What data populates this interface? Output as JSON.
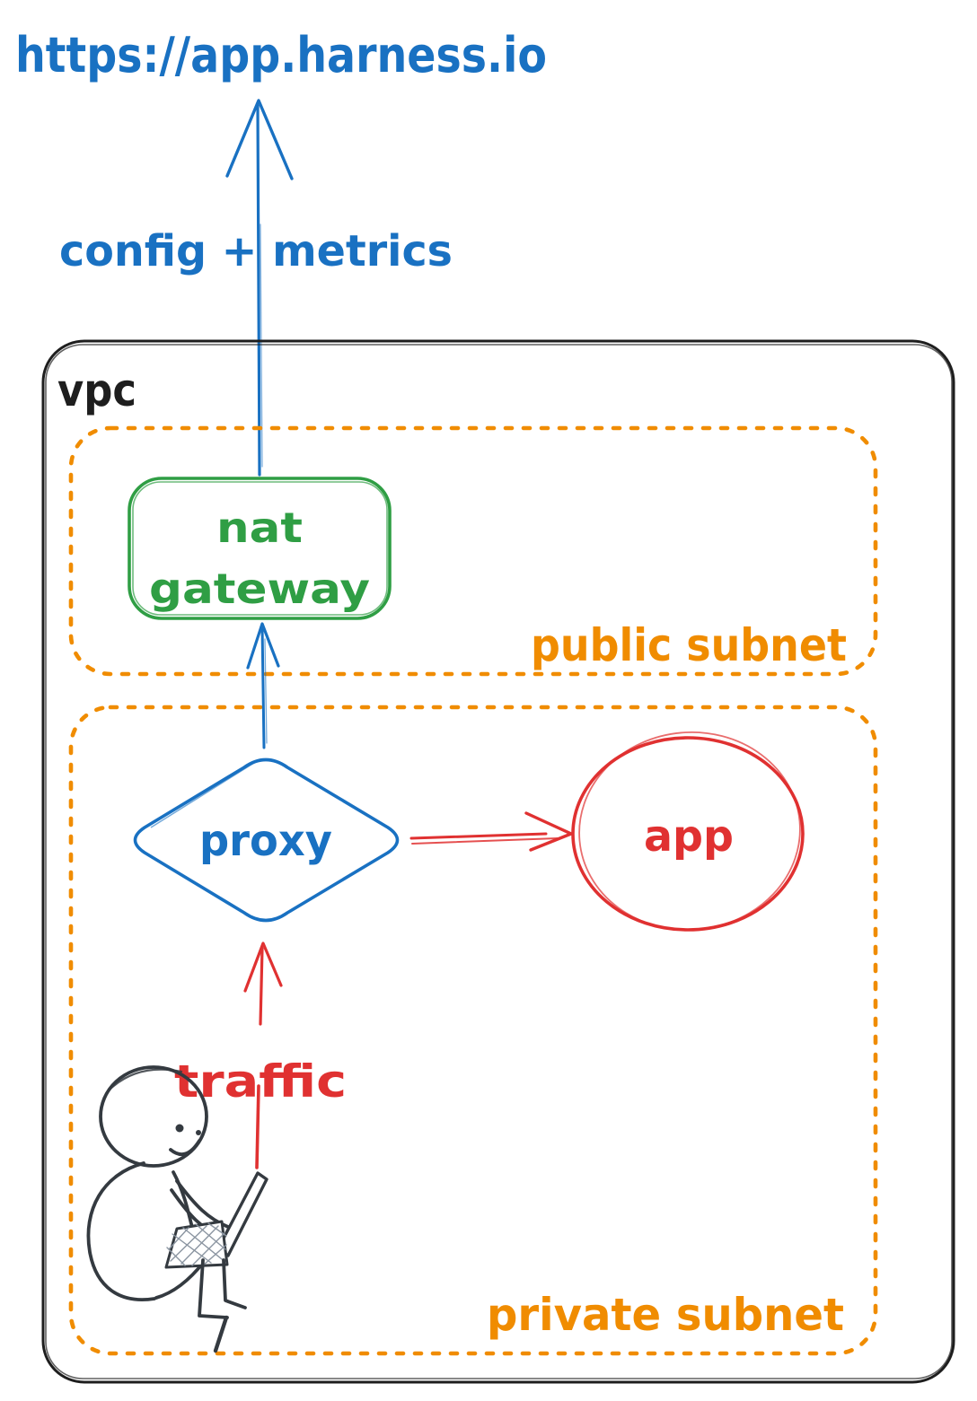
{
  "diagram": {
    "external_endpoint": "https://app.harness.io",
    "colors": {
      "blue": "#1971c2",
      "green": "#2f9e44",
      "red": "#e03131",
      "orange": "#f08c00",
      "ink": "#1e1e1e",
      "person": "#343a40"
    },
    "containers": [
      {
        "id": "vpc",
        "label": "vpc",
        "border_style": "solid",
        "color": "#1e1e1e"
      },
      {
        "id": "public-subnet",
        "label": "public subnet",
        "border_style": "dotted",
        "color": "#f08c00",
        "parent": "vpc"
      },
      {
        "id": "private-subnet",
        "label": "private subnet",
        "border_style": "dotted",
        "color": "#f08c00",
        "parent": "vpc"
      }
    ],
    "nodes": [
      {
        "id": "nat-gateway",
        "label": "nat gateway",
        "label_lines": [
          "nat",
          "gateway"
        ],
        "shape": "rounded-rectangle",
        "color": "#2f9e44",
        "container": "public-subnet"
      },
      {
        "id": "proxy",
        "label": "proxy",
        "shape": "diamond",
        "color": "#1971c2",
        "container": "private-subnet"
      },
      {
        "id": "app",
        "label": "app",
        "shape": "ellipse",
        "color": "#e03131",
        "container": "private-subnet"
      },
      {
        "id": "user",
        "label": "",
        "shape": "person-with-laptop-sketch",
        "color": "#343a40",
        "container": "private-subnet"
      }
    ],
    "edges": [
      {
        "from": "nat-gateway",
        "to": "https://app.harness.io",
        "label": "config + metrics",
        "color": "#1971c2",
        "direction": "up"
      },
      {
        "from": "proxy",
        "to": "nat-gateway",
        "label": "",
        "color": "#1971c2",
        "direction": "up"
      },
      {
        "from": "proxy",
        "to": "app",
        "label": "",
        "color": "#e03131",
        "direction": "right"
      },
      {
        "from": "user",
        "to": "proxy",
        "label": "traffic",
        "color": "#e03131",
        "direction": "up"
      }
    ]
  }
}
